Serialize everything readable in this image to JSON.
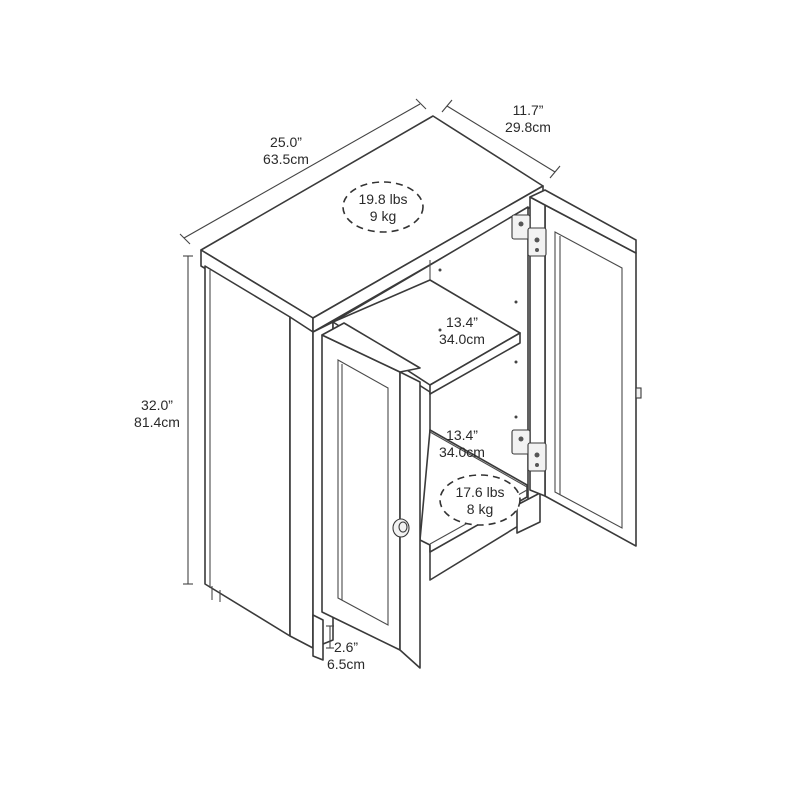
{
  "dimensions": {
    "width": {
      "in": "25.0”",
      "cm": "63.5cm"
    },
    "depth": {
      "in": "11.7”",
      "cm": "29.8cm"
    },
    "height": {
      "in": "32.0”",
      "cm": "81.4cm"
    },
    "shelf_upper": {
      "in": "13.4”",
      "cm": "34.0cm"
    },
    "shelf_lower": {
      "in": "13.4”",
      "cm": "34.0cm"
    },
    "leg_height": {
      "in": "2.6”",
      "cm": "6.5cm"
    }
  },
  "weights": {
    "top": {
      "lbs": "19.8 lbs",
      "kg": "9 kg"
    },
    "shelf": {
      "lbs": "17.6 lbs",
      "kg": "8 kg"
    }
  }
}
